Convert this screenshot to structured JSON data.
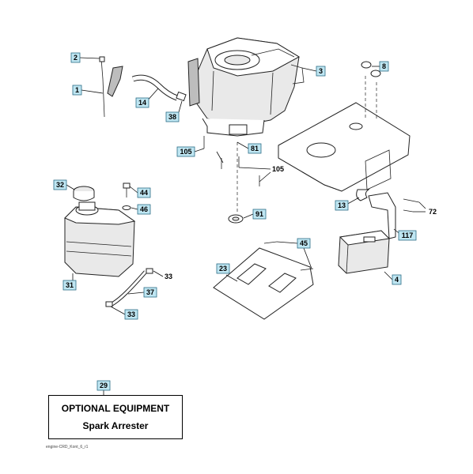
{
  "callouts": {
    "c1": "1",
    "c2": "2",
    "c3": "3",
    "c4": "4",
    "c8": "8",
    "c13": "13",
    "c14": "14",
    "c23": "23",
    "c29": "29",
    "c31": "31",
    "c32": "32",
    "c33": "33",
    "c37": "37",
    "c38": "38",
    "c44": "44",
    "c45": "45",
    "c46": "46",
    "c81": "81",
    "c91": "91",
    "c105": "105",
    "c117": "117"
  },
  "plain_labels": {
    "p33": "33",
    "p105": "105",
    "p72": "72"
  },
  "optional_box": {
    "title": "OPTIONAL EQUIPMENT",
    "subtitle": "Spark Arrester"
  },
  "footer": "engine-CRD_Kont_6_r1",
  "colors": {
    "callout_fill": "#bfe6f2",
    "callout_border": "#2c6d86"
  }
}
